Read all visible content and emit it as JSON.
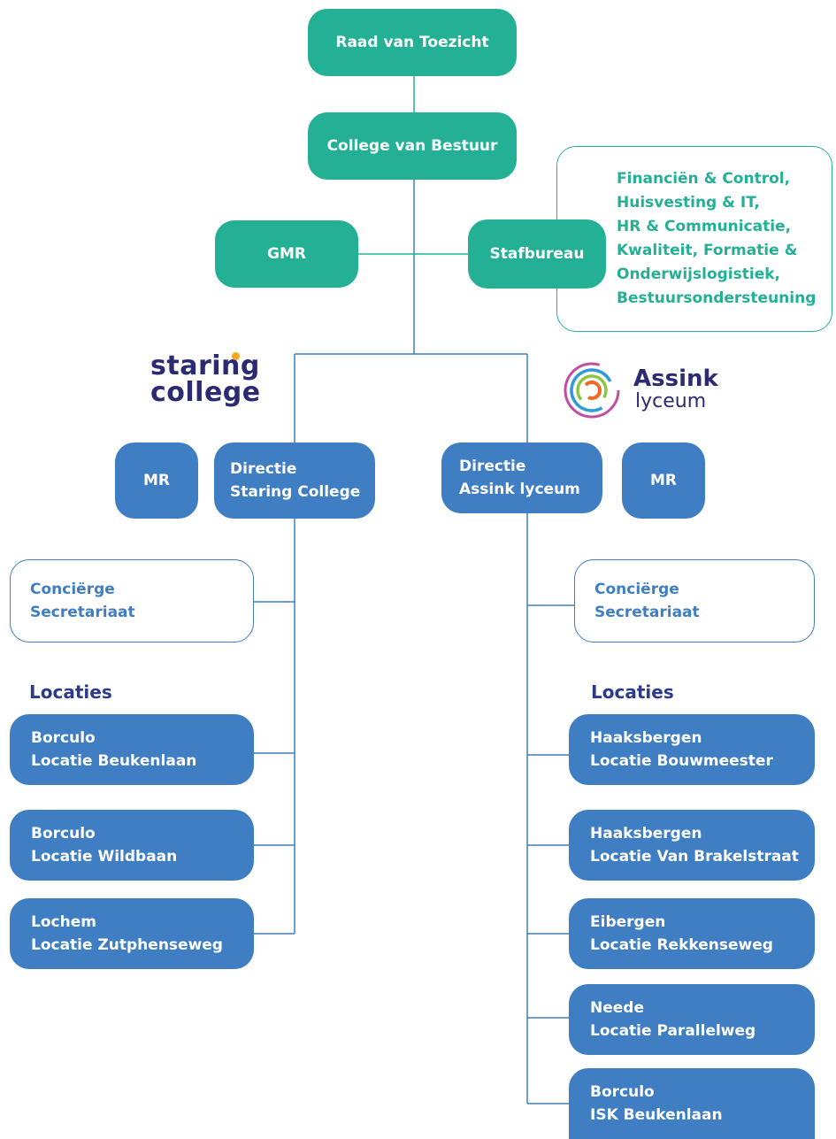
{
  "governance": {
    "raad": "Raad van Toezicht",
    "college": "College van Bestuur",
    "gmr": "GMR",
    "stafbureau": "Stafbureau",
    "staf_items": [
      "Financiën & Control,",
      "Huisvesting & IT,",
      "HR & Communicatie,",
      "Kwaliteit, Formatie &",
      "Onderwijslogistiek,",
      "Bestuursondersteuning"
    ]
  },
  "staring": {
    "logo_line1": "staring",
    "logo_line2": "college",
    "mr": "MR",
    "directie": [
      "Directie",
      "Staring College"
    ],
    "support": [
      "Conciërge",
      "Secretariaat"
    ],
    "locaties_label": "Locaties",
    "locations": [
      [
        "Borculo",
        "Locatie Beukenlaan"
      ],
      [
        "Borculo",
        "Locatie Wildbaan"
      ],
      [
        "Lochem",
        "Locatie Zutphenseweg"
      ]
    ]
  },
  "assink": {
    "logo_line1": "Assink",
    "logo_line2": "lyceum",
    "mr": "MR",
    "directie": [
      "Directie",
      "Assink lyceum"
    ],
    "support": [
      "Conciërge",
      "Secretariaat"
    ],
    "locaties_label": "Locaties",
    "locations": [
      [
        "Haaksbergen",
        "Locatie Bouwmeester"
      ],
      [
        "Haaksbergen",
        "Locatie Van Brakelstraat"
      ],
      [
        "Eibergen",
        "Locatie Rekkenseweg"
      ],
      [
        "Neede",
        "Locatie Parallelweg"
      ],
      [
        "Borculo",
        "ISK Beukenlaan"
      ]
    ]
  },
  "colors": {
    "teal": "#24b095",
    "blue": "#3f7ec3",
    "navy": "#2b2a73",
    "orange": "#f5a623",
    "red": "#e8334a"
  }
}
